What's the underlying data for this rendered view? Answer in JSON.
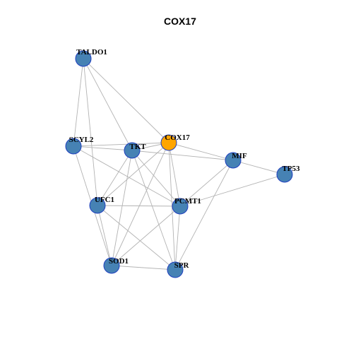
{
  "title": "COX17",
  "colors": {
    "focus_node": "#FFA500",
    "node": "#4682B4",
    "node_border": "#1F3FBF",
    "edge": "#B3B3B3"
  },
  "nodes": [
    {
      "id": "TALDO1",
      "label": "TALDO1",
      "focus": false
    },
    {
      "id": "SCYL2",
      "label": "SCYL2",
      "focus": false
    },
    {
      "id": "TKT",
      "label": "TKT",
      "focus": false
    },
    {
      "id": "COX17",
      "label": "COX17",
      "focus": true
    },
    {
      "id": "MIF",
      "label": "MIF",
      "focus": false
    },
    {
      "id": "TP53",
      "label": "TP53",
      "focus": false
    },
    {
      "id": "UFC1",
      "label": "UFC1",
      "focus": false
    },
    {
      "id": "PCMT1",
      "label": "PCMT1",
      "focus": false
    },
    {
      "id": "SOD1",
      "label": "SOD1",
      "focus": false
    },
    {
      "id": "SPR",
      "label": "SPR",
      "focus": false
    }
  ],
  "edges": [
    [
      "TALDO1",
      "SCYL2"
    ],
    [
      "TALDO1",
      "TKT"
    ],
    [
      "TALDO1",
      "COX17"
    ],
    [
      "TALDO1",
      "UFC1"
    ],
    [
      "SCYL2",
      "TKT"
    ],
    [
      "SCYL2",
      "COX17"
    ],
    [
      "SCYL2",
      "PCMT1"
    ],
    [
      "SCYL2",
      "SOD1"
    ],
    [
      "TKT",
      "COX17"
    ],
    [
      "TKT",
      "MIF"
    ],
    [
      "TKT",
      "UFC1"
    ],
    [
      "TKT",
      "PCMT1"
    ],
    [
      "TKT",
      "SOD1"
    ],
    [
      "TKT",
      "SPR"
    ],
    [
      "COX17",
      "MIF"
    ],
    [
      "COX17",
      "UFC1"
    ],
    [
      "COX17",
      "PCMT1"
    ],
    [
      "COX17",
      "SOD1"
    ],
    [
      "COX17",
      "SPR"
    ],
    [
      "MIF",
      "TP53"
    ],
    [
      "MIF",
      "PCMT1"
    ],
    [
      "MIF",
      "SPR"
    ],
    [
      "TP53",
      "PCMT1"
    ],
    [
      "UFC1",
      "PCMT1"
    ],
    [
      "UFC1",
      "SOD1"
    ],
    [
      "UFC1",
      "SPR"
    ],
    [
      "PCMT1",
      "SOD1"
    ],
    [
      "PCMT1",
      "SPR"
    ],
    [
      "SOD1",
      "SPR"
    ]
  ]
}
